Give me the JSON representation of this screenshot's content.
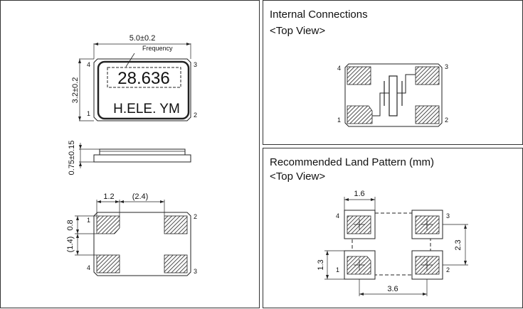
{
  "left_panel": {
    "top_view": {
      "width_dim": "5.0±0.2",
      "height_dim": "3.2±0.2",
      "frequency_label": "Frequency",
      "marking_frequency": "28.636",
      "marking_maker": "H.ELE. YM",
      "pins": [
        "1",
        "2",
        "3",
        "4"
      ]
    },
    "side_view": {
      "thickness_dim": "0.75±0.15"
    },
    "bottom_view": {
      "dim_pad_width": "1.2",
      "dim_pad_pitch": "(2.4)",
      "dim_pad_height": "0.8",
      "dim_pad_gap": "(1.4)",
      "pins": [
        "1",
        "2",
        "3",
        "4"
      ]
    }
  },
  "internal_connections": {
    "title": "Internal Connections",
    "subtitle": "<Top View>",
    "pins": [
      "1",
      "2",
      "3",
      "4"
    ]
  },
  "land_pattern": {
    "title": "Recommended Land Pattern (mm)",
    "subtitle": "<Top View>",
    "dim_pad_width": "1.6",
    "dim_pitch_x": "3.6",
    "dim_pitch_y": "2.3",
    "dim_pad_height": "1.3",
    "pins": [
      "1",
      "2",
      "3",
      "4"
    ]
  }
}
